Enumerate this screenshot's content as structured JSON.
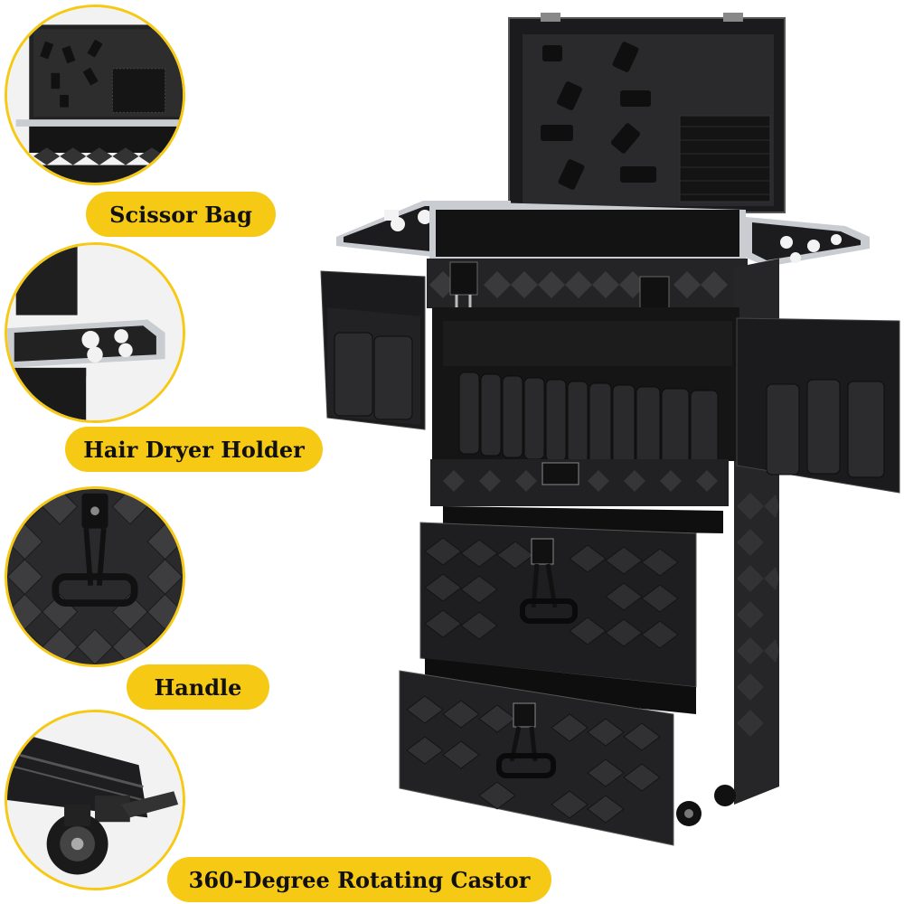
{
  "features": [
    {
      "id": "scissor-bag",
      "label": "Scissor Bag"
    },
    {
      "id": "hair-dryer-holder",
      "label": "Hair Dryer Holder"
    },
    {
      "id": "handle",
      "label": "Handle"
    },
    {
      "id": "castor",
      "label": "360-Degree Rotating Castor"
    }
  ],
  "colors": {
    "accent": "#f6c915",
    "case_black": "#1c1c1e",
    "case_mid": "#2c2c2f",
    "aluminium": "#c9ccd0",
    "background": "#ffffff"
  }
}
